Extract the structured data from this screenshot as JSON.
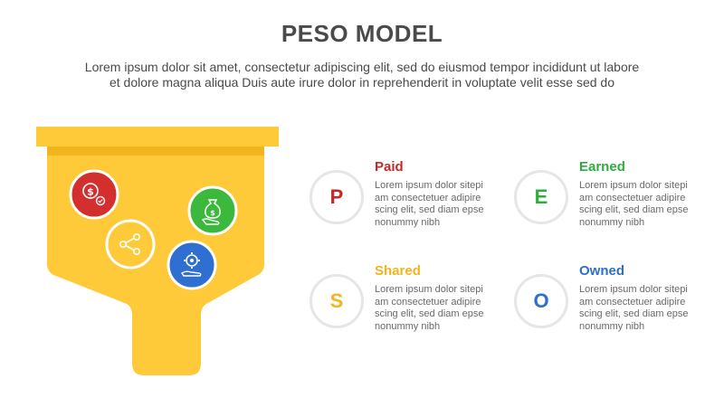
{
  "header": {
    "title": "PESO MODEL",
    "subtitle_line1": "Lorem ipsum dolor sit amet, consectetur adipiscing elit, sed do eiusmod tempor incididunt ut labore",
    "subtitle_line2": "et dolore magna aliqua Duis aute irure dolor in reprehenderit in voluptate velit esse sed do"
  },
  "funnel": {
    "color": "#FFCA3A",
    "icons": [
      {
        "name": "money-hand-icon",
        "color": "#D32F2F"
      },
      {
        "name": "share-icon",
        "color": "#FFCA3A"
      },
      {
        "name": "money-bag-hand-icon",
        "color": "#3CB93C"
      },
      {
        "name": "gear-hand-icon",
        "color": "#2F6FD1"
      }
    ]
  },
  "items": [
    {
      "letter": "P",
      "title": "Paid",
      "color": "#C62828",
      "lines": [
        "Lorem ipsum dolor sitepi",
        "am consectetuer adipire",
        "scing elit, sed diam epse",
        "nonummy nibh"
      ]
    },
    {
      "letter": "E",
      "title": "Earned",
      "color": "#2EAD3E",
      "lines": [
        "Lorem ipsum dolor sitepi",
        "am consectetuer adipire",
        "scing elit, sed diam epse",
        "nonummy nibh"
      ]
    },
    {
      "letter": "S",
      "title": "Shared",
      "color": "#F2B51D",
      "lines": [
        "Lorem ipsum dolor sitepi",
        "am consectetuer adipire",
        "scing elit, sed diam epse",
        "nonummy nibh"
      ]
    },
    {
      "letter": "O",
      "title": "Owned",
      "color": "#2D6FCB",
      "lines": [
        "Lorem ipsum dolor sitepi",
        "am consectetuer adipire",
        "scing elit, sed diam epse",
        "nonummy nibh"
      ]
    }
  ]
}
